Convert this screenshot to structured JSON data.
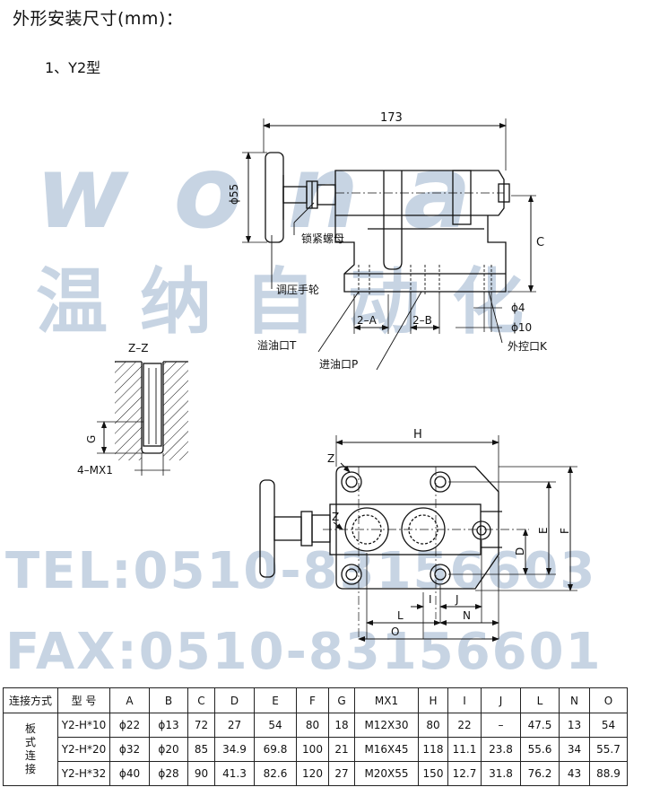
{
  "title": "外形安装尺寸(mm)：",
  "subtitle": "1、Y2型",
  "watermark": {
    "logo": "wona",
    "cn": "温纳自动化",
    "tel": "TEL:0510-83156603",
    "fax": "FAX:0510-83156601"
  },
  "top_view": {
    "dim_173": "173",
    "dim_phi55": "ϕ55",
    "dim_C": "C",
    "dim_phi4": "ϕ4",
    "dim_phi10": "ϕ10",
    "dim_2A": "2–A",
    "dim_2B": "2–B",
    "label_lock_nut": "锁紧螺母",
    "label_handwheel": "调压手轮",
    "label_overflow_T": "溢油口T",
    "label_inlet_P": "进油口P",
    "label_ext_ctrl_K": "外控口K"
  },
  "section_view": {
    "title": "Z–Z",
    "dim_G": "G",
    "dim_4MX1": "4–MX1"
  },
  "plan_view": {
    "dim_H": "H",
    "label_Z_top": "Z",
    "label_Z_mid": "Z",
    "dim_D": "D",
    "dim_E": "E",
    "dim_F": "F",
    "dim_I": "I",
    "dim_J": "J",
    "dim_L": "L",
    "dim_N": "N",
    "dim_O": "O"
  },
  "table": {
    "header": [
      "连接方式",
      "型 号",
      "A",
      "B",
      "C",
      "D",
      "E",
      "F",
      "G",
      "MX1",
      "H",
      "I",
      "J",
      "L",
      "N",
      "O"
    ],
    "group_label": "板\n式\n连\n接",
    "rows": [
      [
        "Y2-H*10",
        "ϕ22",
        "ϕ13",
        "72",
        "27",
        "54",
        "80",
        "18",
        "M12X30",
        "80",
        "22",
        "–",
        "47.5",
        "13",
        "54"
      ],
      [
        "Y2-H*20",
        "ϕ32",
        "ϕ20",
        "85",
        "34.9",
        "69.8",
        "100",
        "21",
        "M16X45",
        "118",
        "11.1",
        "23.8",
        "55.6",
        "34",
        "55.7"
      ],
      [
        "Y2-H*32",
        "ϕ40",
        "ϕ28",
        "90",
        "41.3",
        "82.6",
        "120",
        "27",
        "M20X55",
        "150",
        "12.7",
        "31.8",
        "76.2",
        "43",
        "88.9"
      ]
    ]
  }
}
